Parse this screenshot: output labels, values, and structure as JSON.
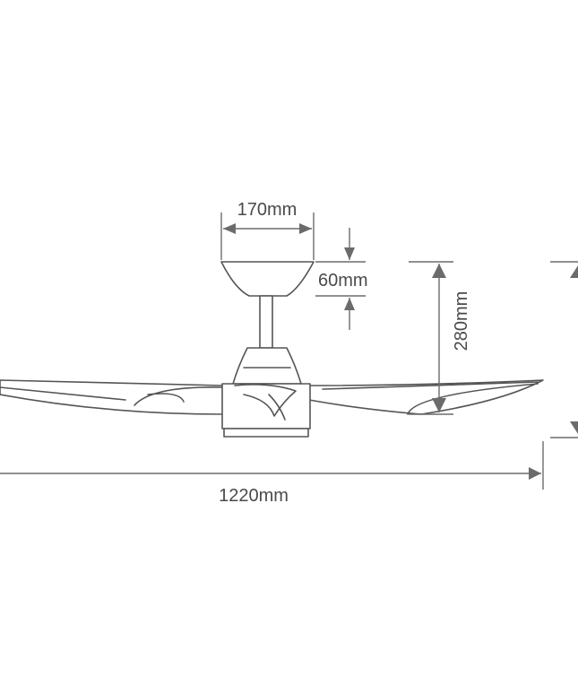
{
  "dimensions": {
    "canopy_width": "170mm",
    "canopy_height": "60mm",
    "overall_drop": "280mm",
    "blade_span": "1220mm"
  },
  "colors": {
    "line": "#6b6b6b",
    "text": "#4a4a4a",
    "fan_outline": "#555555",
    "background": "#ffffff"
  }
}
